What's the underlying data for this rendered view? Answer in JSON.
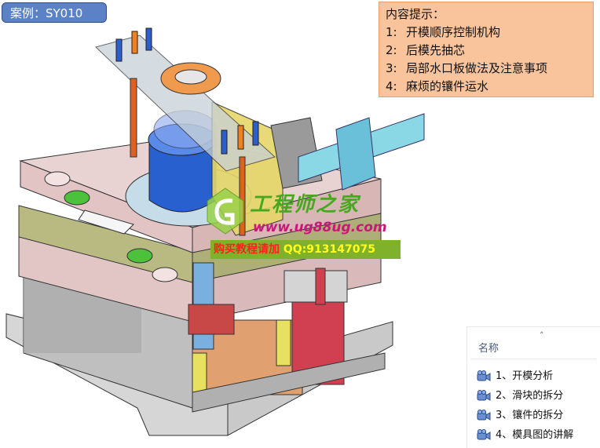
{
  "case_label": "案例：SY010",
  "tips": {
    "title": "内容提示：",
    "items": [
      {
        "num": "1:",
        "text": "开模顺序控制机构"
      },
      {
        "num": "2:",
        "text": "后模先抽芯"
      },
      {
        "num": "3:",
        "text": "局部水口板做法及注意事项"
      },
      {
        "num": "4:",
        "text": "麻烦的镶件运水"
      }
    ]
  },
  "watermark": {
    "brand": "工程师之家",
    "url": "www.ug88ug.com",
    "url_mark": "88",
    "bar_text": "购买教程请加",
    "bar_qq": "QQ:913147075"
  },
  "file_panel": {
    "header": "名称",
    "items": [
      {
        "label": "1、开模分析"
      },
      {
        "label": "2、滑块的拆分"
      },
      {
        "label": "3、镶件的拆分"
      },
      {
        "label": "4、模具图的讲解"
      }
    ]
  },
  "colors": {
    "case_label_bg": "#5b82c6",
    "tips_bg": "#f9c49c",
    "plate_pink": "#e6c8c8",
    "plate_olive": "#b8b87a",
    "plate_grey": "#c8c8c8",
    "insert_blue": "#2a5fcc",
    "slide_yellow": "#e8e070",
    "cylinder_cyan": "#6ad0e0"
  },
  "icons": [
    "video-file-icon",
    "sort-arrow-up-icon"
  ]
}
